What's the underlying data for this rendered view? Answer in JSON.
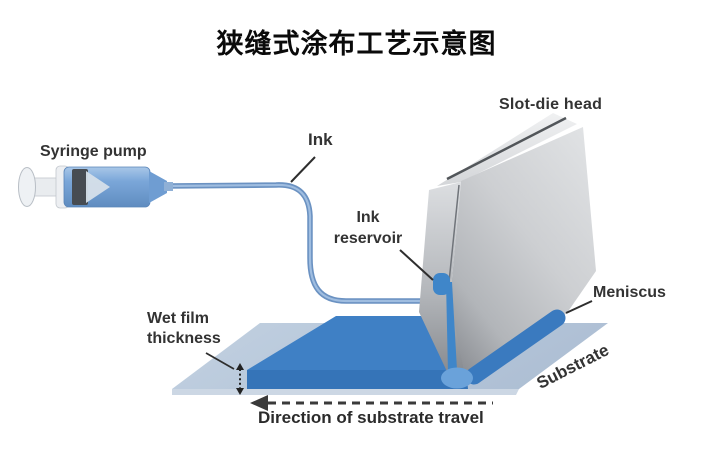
{
  "title": "狭缝式涂布工艺示意图",
  "labels": {
    "syringe_pump": "Syringe pump",
    "ink": "Ink",
    "ink_reservoir_line1": "Ink",
    "ink_reservoir_line2": "reservoir",
    "slot_die_head": "Slot-die head",
    "meniscus": "Meniscus",
    "wet_film_line1": "Wet film",
    "wet_film_line2": "thickness",
    "substrate": "Substrate",
    "direction_of_travel": "Direction of substrate travel"
  },
  "colors": {
    "film_blue": "#3f80c5",
    "film_blue_dark": "#3574b8",
    "ink_blue": "#3a7abf",
    "ink_light_blue": "#6aa2da",
    "reservoir_blue": "#3f86c9",
    "substrate_blue": "#b9c9dc",
    "substrate_edge_blue": "#ccd7e4",
    "tube_outer": "#6b92c2",
    "tube_inner": "#9fbde0",
    "syringe_blue": "#7ba7d9",
    "arrow_dark": "#3a3a3a"
  }
}
